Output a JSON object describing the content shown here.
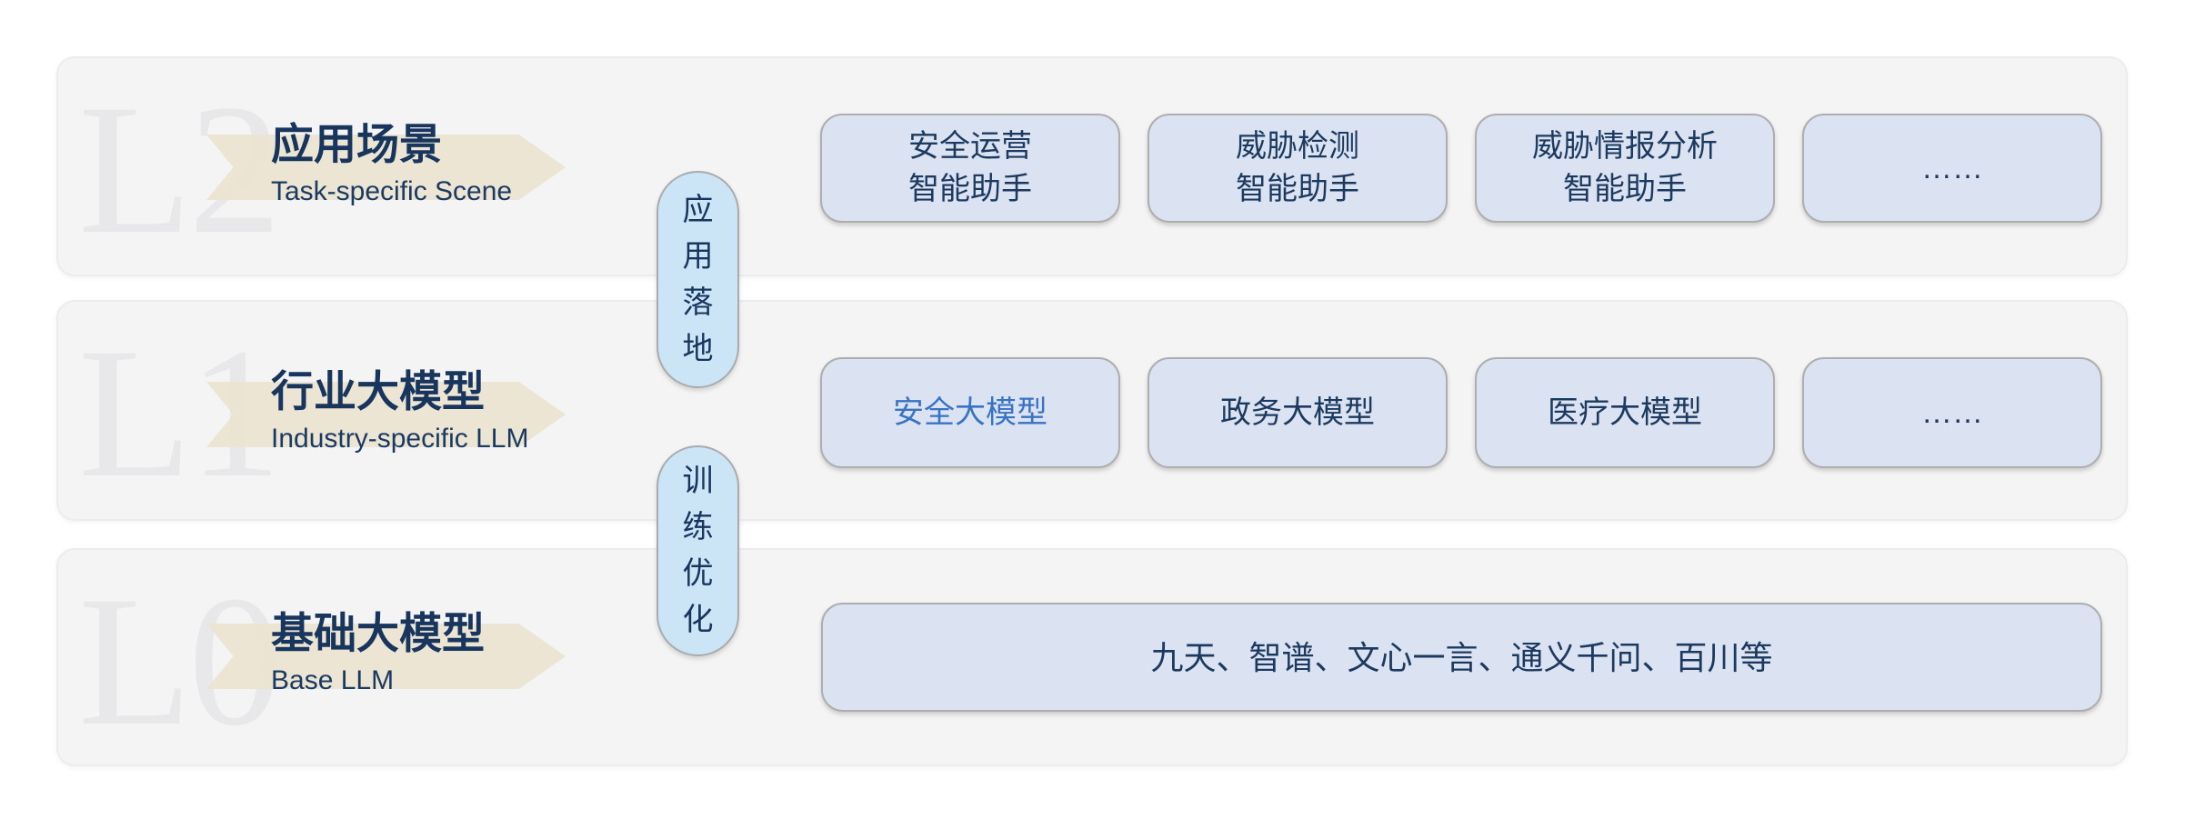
{
  "colors": {
    "panel_bg": "#f5f4f5",
    "watermark": "#e8e8ea",
    "arrow_beige": "#eae3d0",
    "title_navy": "#17355d",
    "box_bg": "#dbe3f2",
    "box_border": "#aeaeae",
    "box_text_navy": "#1c3a5f",
    "accent_blue": "#3873c4",
    "pill_bg": "#cbe5f7"
  },
  "layers": [
    {
      "id": "L2",
      "watermark": "L2",
      "title": "应用场景",
      "subtitle": "Task-specific Scene",
      "boxes": [
        {
          "lines": [
            "安全运营",
            "智能助手"
          ]
        },
        {
          "lines": [
            "威胁检测",
            "智能助手"
          ]
        },
        {
          "lines": [
            "威胁情报分析",
            "智能助手"
          ]
        },
        {
          "lines": [
            "……"
          ]
        }
      ]
    },
    {
      "id": "L1",
      "watermark": "L1",
      "title": "行业大模型",
      "subtitle": "Industry-specific LLM",
      "boxes": [
        {
          "lines": [
            "安全大模型"
          ],
          "accent": true
        },
        {
          "lines": [
            "政务大模型"
          ]
        },
        {
          "lines": [
            "医疗大模型"
          ]
        },
        {
          "lines": [
            "……"
          ]
        }
      ]
    },
    {
      "id": "L0",
      "watermark": "L0",
      "title": "基础大模型",
      "subtitle": "Base LLM",
      "boxes": [
        {
          "lines": [
            "九天、智谱、文心一言、通义千问、百川等"
          ]
        }
      ]
    }
  ],
  "connectors": [
    {
      "label": "应用落地"
    },
    {
      "label": "训练优化"
    }
  ]
}
